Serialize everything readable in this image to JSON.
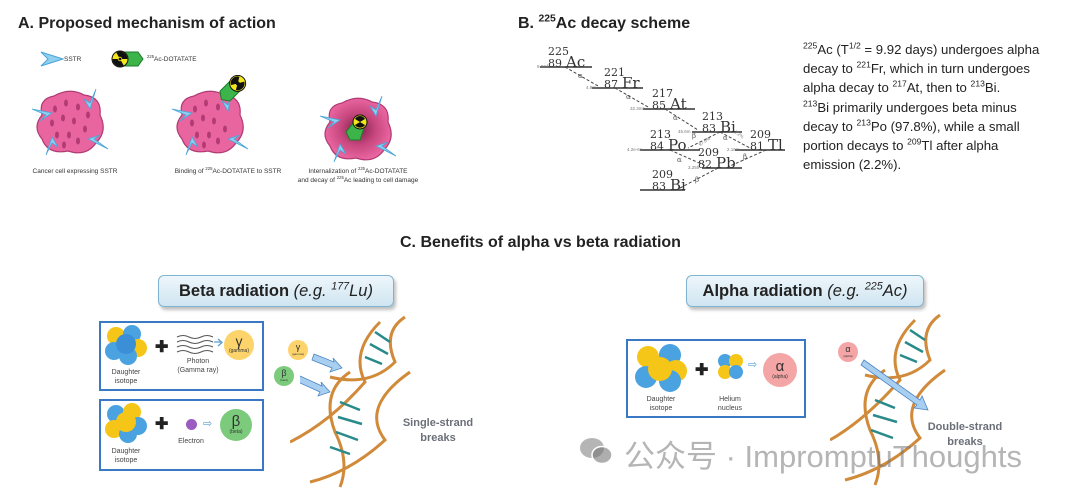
{
  "panel_a": {
    "title": "A. Proposed mechanism of action",
    "legend": [
      {
        "icon": "sstr-receptor-icon",
        "label": "SSTR"
      },
      {
        "icon": "ac-dotatate-icon",
        "label_sup": "225",
        "label": "Ac-DOTATATE"
      }
    ],
    "steps": [
      {
        "caption": "Cancer cell expressing SSTR"
      },
      {
        "caption_pre": "Binding of ",
        "caption_sup": "225",
        "caption_post": "Ac-DOTATATE to SSTR"
      },
      {
        "caption_line1_pre": "Internalization of ",
        "caption_line1_sup": "225",
        "caption_line1_post": "Ac-DOTATATE",
        "caption_line2_pre": "and decay of ",
        "caption_line2_sup": "225",
        "caption_line2_post": "Ac leading to cell damage"
      }
    ]
  },
  "panel_b": {
    "title_pre": "B. ",
    "title_sup": "225",
    "title_post": "Ac decay scheme",
    "nuclides": [
      {
        "mass": "225",
        "z": "89",
        "sym": "Ac",
        "half_life": "9.92d"
      },
      {
        "mass": "221",
        "z": "87",
        "sym": "Fr",
        "half_life": "4.9m"
      },
      {
        "mass": "217",
        "z": "85",
        "sym": "At",
        "half_life": "32.3ms"
      },
      {
        "mass": "213",
        "z": "83",
        "sym": "Bi",
        "half_life": "45.6m"
      },
      {
        "mass": "213",
        "z": "84",
        "sym": "Po",
        "half_life": "4.2e-6s"
      },
      {
        "mass": "209",
        "z": "81",
        "sym": "Tl",
        "half_life": "2.16m"
      },
      {
        "mass": "209",
        "z": "82",
        "sym": "Pb",
        "half_life": "3.25h"
      },
      {
        "mass": "209",
        "z": "83",
        "sym": "Bi",
        "half_life": ""
      }
    ],
    "decays": [
      {
        "from": "Ac-225",
        "to": "Fr-221",
        "mode": "α"
      },
      {
        "from": "Fr-221",
        "to": "At-217",
        "mode": "α"
      },
      {
        "from": "At-217",
        "to": "Bi-213",
        "mode": "α"
      },
      {
        "from": "Bi-213",
        "to": "Po-213",
        "mode": "β",
        "branch": "97.8%"
      },
      {
        "from": "Bi-213",
        "to": "Tl-209",
        "mode": "α",
        "branch": "2.2%"
      },
      {
        "from": "Po-213",
        "to": "Pb-209",
        "mode": "α"
      },
      {
        "from": "Tl-209",
        "to": "Pb-209",
        "mode": "β"
      },
      {
        "from": "Pb-209",
        "to": "Bi-209",
        "mode": "β"
      }
    ],
    "description": {
      "l1": [
        "",
        "225",
        "Ac (T",
        "1/2",
        " = 9.92 days) undergoes alpha"
      ],
      "l2": [
        "decay to ",
        "221",
        "Fr, which in turn undergoes"
      ],
      "l3": [
        "alpha decay to ",
        "217",
        "At, then to ",
        "213",
        "Bi."
      ],
      "l4": [
        "",
        "213",
        "Bi primarily undergoes beta minus"
      ],
      "l5": [
        "decay to ",
        "213",
        "Po (97.8%), while a small"
      ],
      "l6": [
        "portion decays to ",
        "209",
        "Tl after alpha"
      ],
      "l7": [
        "emission (2.2%)."
      ]
    }
  },
  "panel_c": {
    "title": "C. Benefits of alpha vs beta radiation",
    "beta": {
      "banner": "Beta radiation ",
      "banner_eg_pre": "(e.g. ",
      "banner_eg_sup": "177",
      "banner_eg_post": "Lu)",
      "box1": {
        "isotope": "Daughter isotope",
        "particle_label_1": "Photon",
        "particle_label_2": "(Gamma ray)",
        "symbol": "γ",
        "symbol_name": "(gamma)"
      },
      "box2": {
        "isotope_1": "Daughter",
        "isotope_2": "isotope",
        "particle_label": "Electron",
        "symbol": "β",
        "symbol_name": "(beta)"
      },
      "rays": [
        {
          "symbol": "γ",
          "name": "(gamma)"
        },
        {
          "symbol": "β",
          "name": "(beta)"
        }
      ],
      "result_1": "Single-strand",
      "result_2": "breaks"
    },
    "alpha": {
      "banner": "Alpha radiation ",
      "banner_eg_pre": "(e.g. ",
      "banner_eg_sup": "225",
      "banner_eg_post": "Ac)",
      "box": {
        "isotope_1": "Daughter",
        "isotope_2": "isotope",
        "particle_label_1": "Helium",
        "particle_label_2": "nucleus",
        "symbol": "α",
        "symbol_name": "(alpha)"
      },
      "ray": {
        "symbol": "α",
        "name": "(alpha)"
      },
      "result_1": "Double-strand",
      "result_2": "breaks"
    },
    "colors": {
      "gamma": "#fdd36b",
      "beta": "#7ccb7c",
      "alpha": "#f4a5a5",
      "box_border": "#3a78c3",
      "dna": "#d08a3a"
    }
  },
  "watermark": {
    "text": "公众号 · ImpromptuThoughts"
  }
}
